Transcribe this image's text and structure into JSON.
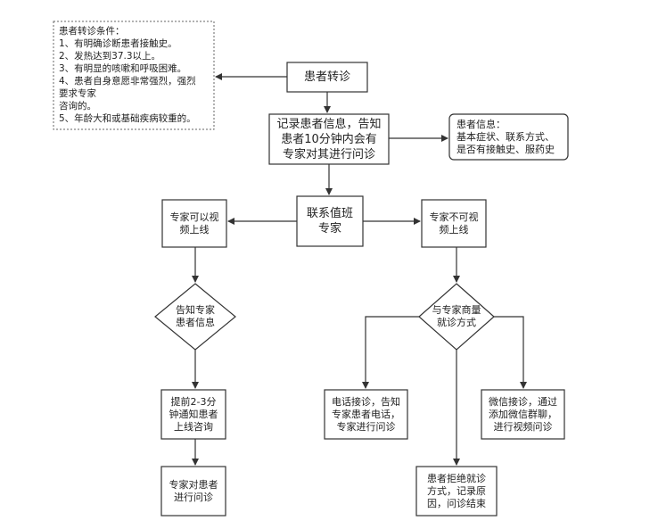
{
  "nodes": {
    "conditions": {
      "title": "患者转诊条件：",
      "lines": [
        "1、有明确诊断患者接触史。",
        "2、发热达到37.3以上。",
        "3、有明显的咳嗽和呼吸困难。",
        "4、患者自身意愿非常强烈，强烈",
        "要求专家",
        "咨询的。",
        "5、年龄大和或基础疾病较重的。"
      ]
    },
    "referral": {
      "lines": [
        "患者转诊"
      ]
    },
    "record": {
      "lines": [
        "记录患者信息，告知",
        "患者10分钟内会有",
        "专家对其进行问诊"
      ]
    },
    "patient_info": {
      "lines": [
        "患者信息：",
        "基本症状、联系方式、",
        "是否有接触史、服药史"
      ]
    },
    "contact": {
      "lines": [
        "联系值班",
        "专家"
      ]
    },
    "video_yes": {
      "lines": [
        "专家可以视",
        "频上线"
      ]
    },
    "video_no": {
      "lines": [
        "专家不可视",
        "频上线"
      ]
    },
    "notify_expert": {
      "lines": [
        "告知专家",
        "患者信息"
      ]
    },
    "discuss": {
      "lines": [
        "与专家商量",
        "就诊方式"
      ]
    },
    "advance_notice": {
      "lines": [
        "提前2-3分",
        "钟通知患者",
        "上线咨询"
      ]
    },
    "expert_consult": {
      "lines": [
        "专家对患者",
        "进行问诊"
      ]
    },
    "phone": {
      "lines": [
        "电话接诊，告知",
        "专家患者电话，",
        "专家进行问诊"
      ]
    },
    "wechat": {
      "lines": [
        "微信接诊，通过",
        "添加微信群聊，",
        "进行视频问诊"
      ]
    },
    "refuse": {
      "lines": [
        "患者拒绝就诊",
        "方式，记录原",
        "因，问诊结束"
      ]
    }
  },
  "colors": {
    "stroke": "#333333",
    "dotted": "#666666",
    "fill": "#ffffff",
    "text": "#222222"
  }
}
